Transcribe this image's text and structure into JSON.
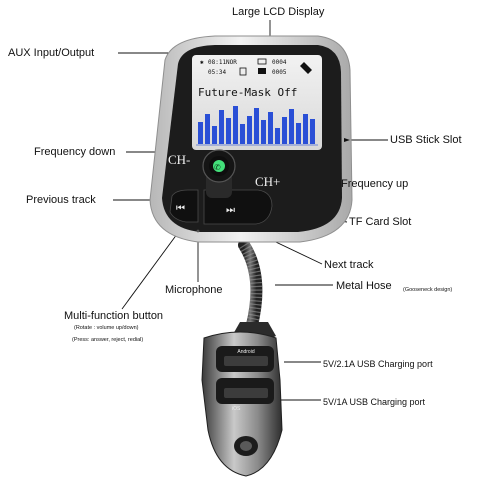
{
  "labels": {
    "lcd": "Large LCD Display",
    "aux": "AUX Input/Output",
    "usb_stick": "USB Stick Slot",
    "freq_down": "Frequency down",
    "freq_up": "Frequency up",
    "prev_track": "Previous track",
    "tf_slot": "TF Card Slot",
    "next_track": "Next track",
    "metal_hose": "Metal Hose",
    "hose_note": "(Gooseneck design)",
    "microphone": "Microphone",
    "multi_function": "Multi-function button",
    "mf_note_1": "(Rotate : volume up/down)",
    "mf_note_2": "(Press: answer, reject, redial)",
    "port_21a": "5V/2.1A USB Charging port",
    "port_1a": "5V/1A USB Charging port"
  },
  "screen": {
    "line1_a": "08:11",
    "line1_b": "NOR",
    "line1_c": "0004",
    "line2_a": "05:34",
    "line2_c": "0005",
    "marquee": "Future-Mask Off"
  },
  "device": {
    "ch_minus": "CH-",
    "ch_plus": "CH+",
    "port_top": "Android",
    "port_bottom": "iOS"
  },
  "colors": {
    "body": "#d9d9d9",
    "bezel": "#1c1c1c",
    "screen_bg": "#e8e8e8",
    "screen_eq": "#2a4fd6",
    "knob_glow": "#43e07a"
  }
}
